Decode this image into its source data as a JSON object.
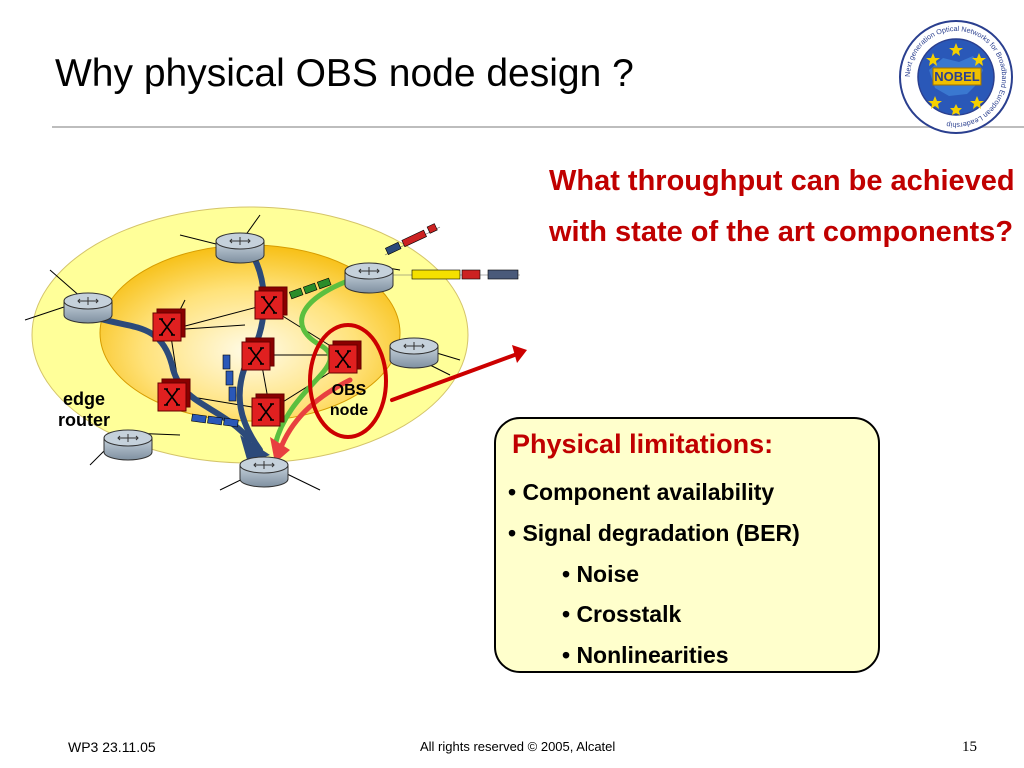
{
  "slide": {
    "title": "Why physical OBS node design ?",
    "question": "What throughput can be achieved with state of the art components?"
  },
  "logo": {
    "text": "NOBEL",
    "ring_text": "Next generation Optical Networks for Broadband European Leadership",
    "icon": "nobel-logo-icon"
  },
  "diagram": {
    "edge_router_label_1": "edge",
    "edge_router_label_2": "router",
    "obs_node_label_1": "OBS",
    "obs_node_label_2": "node",
    "icons": [
      "edge-router-icon",
      "obs-node-icon",
      "burst-packet-icon",
      "arrow-icon"
    ],
    "colors": {
      "outer_ring": "#ffff99",
      "inner_core": "#f5c400",
      "edge_router": "#a7b6c4",
      "obs_node": "#e02020",
      "blue_path": "#2c4a7a",
      "green_path": "#5cbf3f",
      "red_path": "#e84040",
      "highlight": "#cc0000"
    }
  },
  "limitations": {
    "title": "Physical limitations:",
    "items": [
      "• Component availability",
      "• Signal degradation (BER)",
      "• Noise",
      "• Crosstalk",
      "• Nonlinearities"
    ]
  },
  "footer": {
    "left": "WP3 23.11.05",
    "center": "All rights reserved © 2005, Alcatel",
    "page_number": "15"
  }
}
